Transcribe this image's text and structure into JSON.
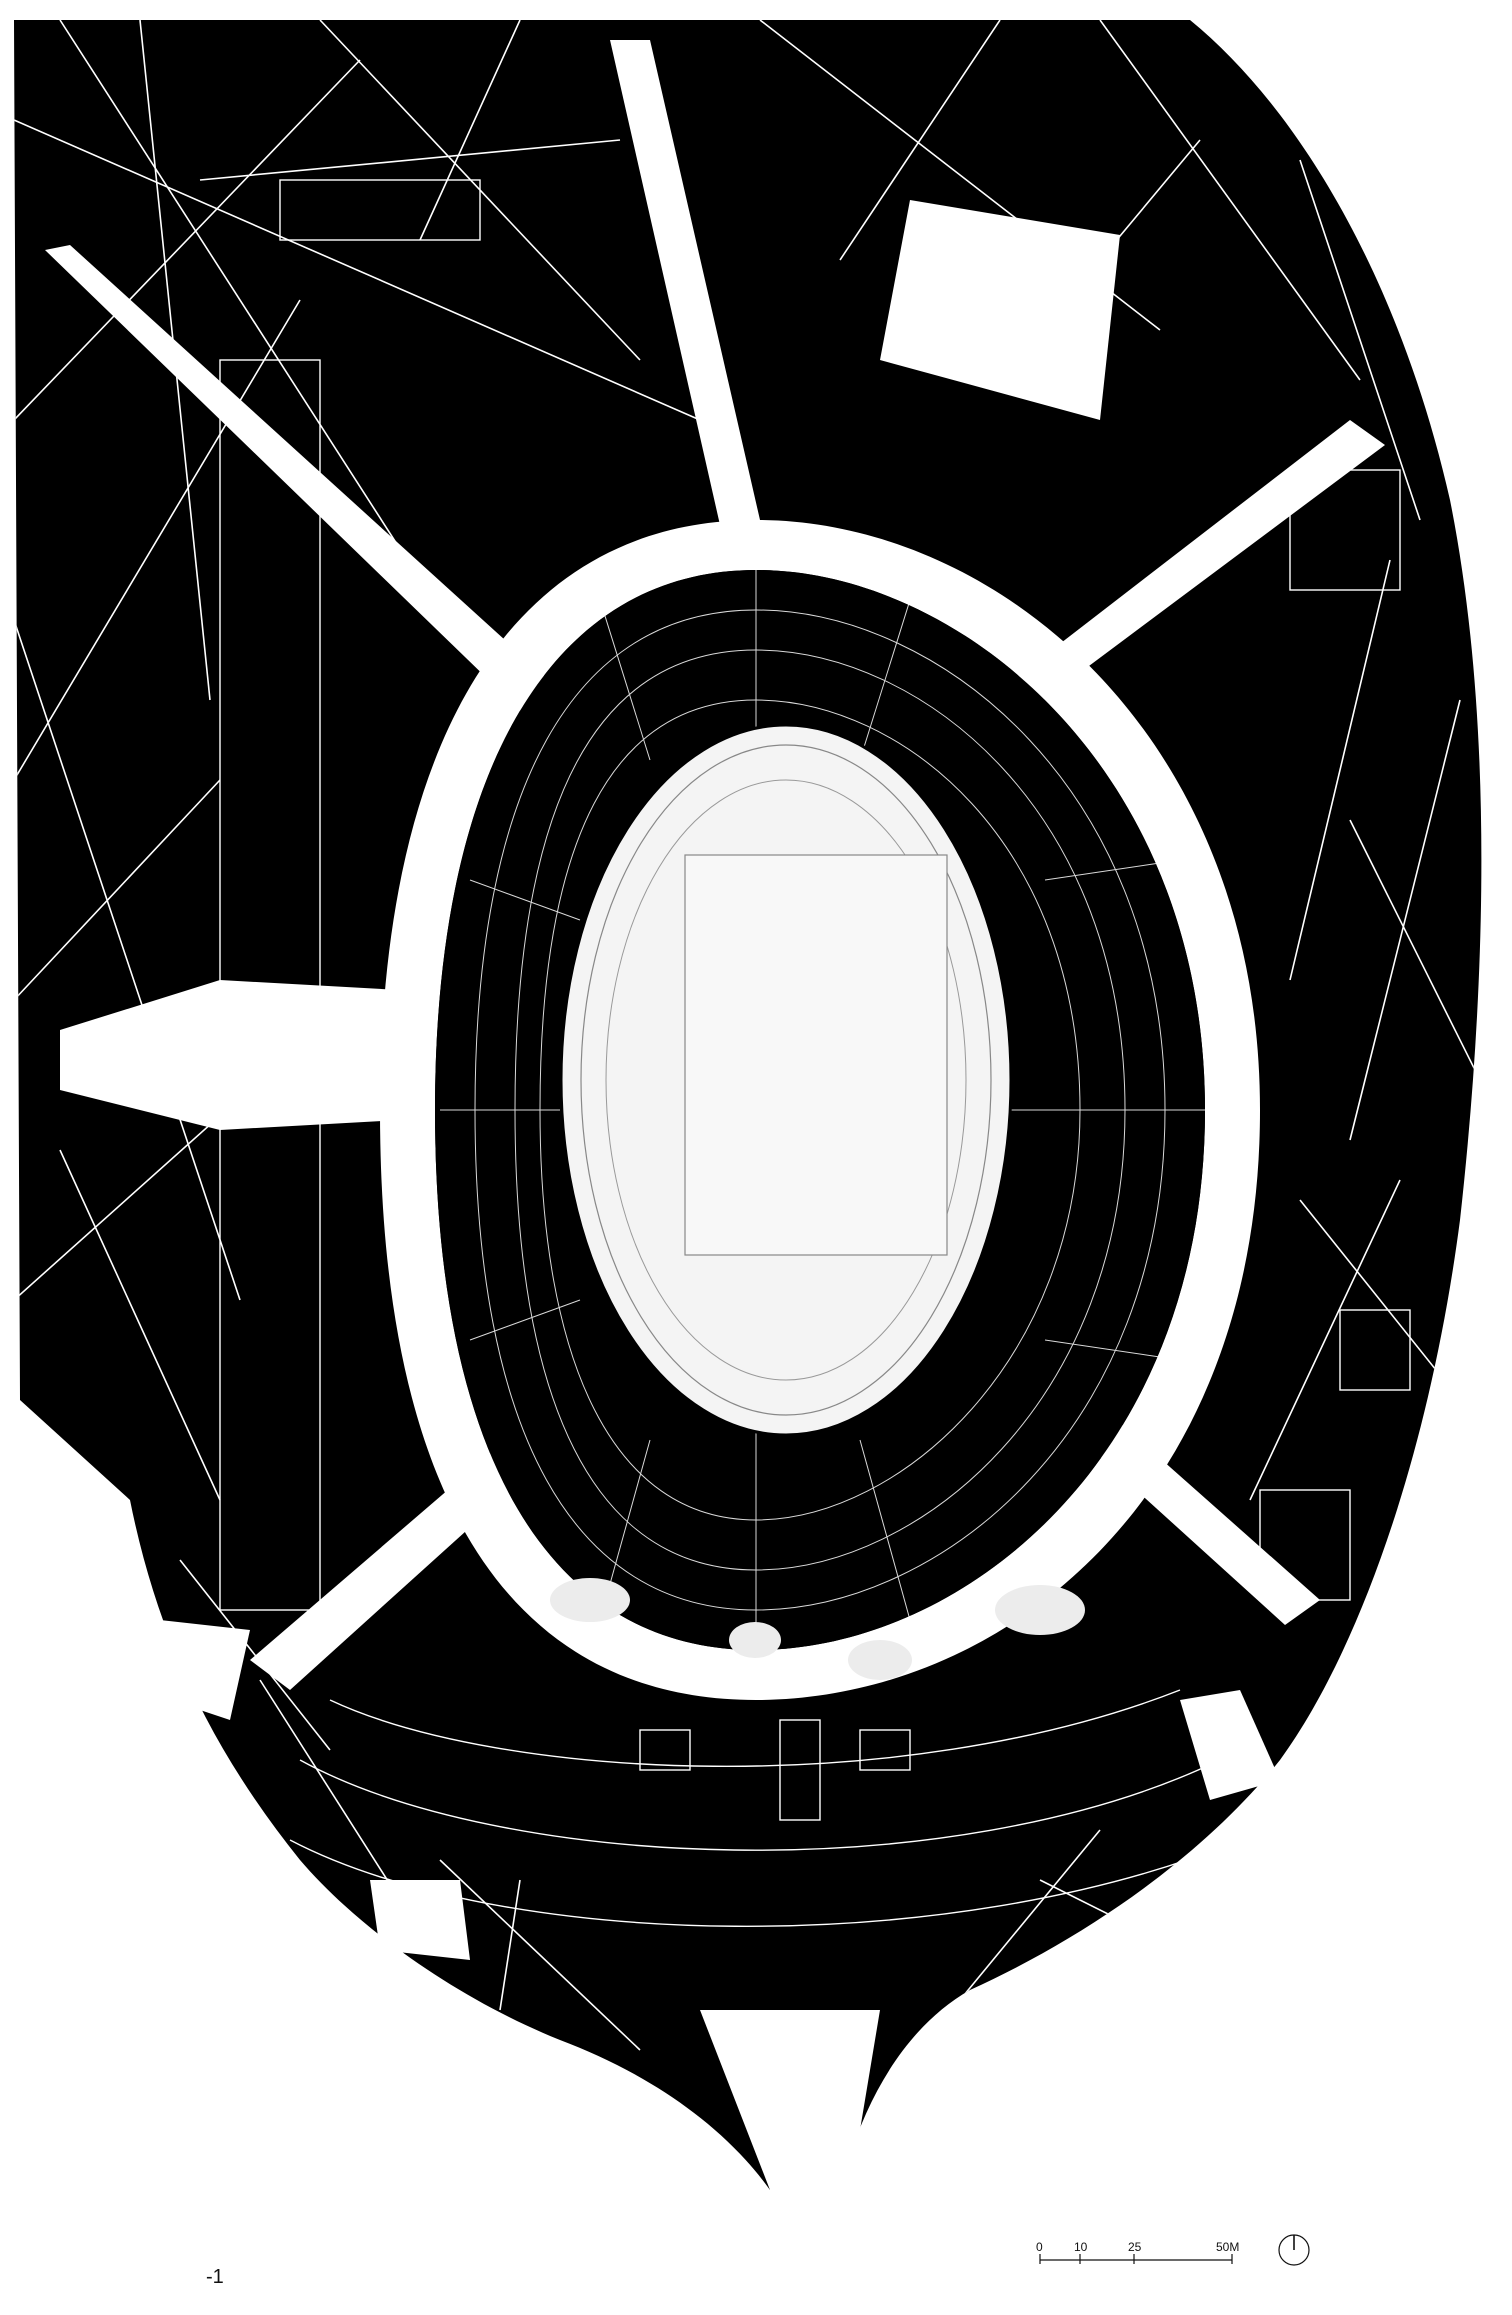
{
  "drawing": {
    "type": "stadium floor plan",
    "level_label": "-1",
    "colors": {
      "fill": "#000000",
      "line": "#ffffff",
      "paper": "#ffffff",
      "ink": "#111111"
    }
  },
  "scale_bar": {
    "ticks": [
      "0",
      "10",
      "25",
      "50M"
    ]
  },
  "north_arrow": {
    "icon": "north-arrow-icon"
  }
}
